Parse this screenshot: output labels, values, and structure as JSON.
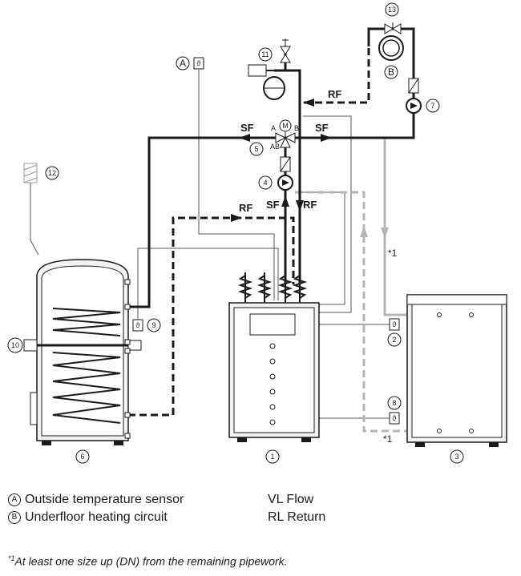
{
  "labels": {
    "sf": "SF",
    "rf": "RF",
    "port_a": "A",
    "port_b": "B",
    "port_ab": "AB",
    "motor": "M",
    "sensor_symbol": "ϑ",
    "note_mark": "*1",
    "circle_A": "A",
    "circle_B": "B",
    "n1": "1",
    "n2": "2",
    "n3": "3",
    "n4": "4",
    "n5": "5",
    "n6": "6",
    "n7": "7",
    "n8": "8",
    "n9": "9",
    "n10": "10",
    "n11": "11",
    "n12": "12",
    "n13": "13"
  },
  "legend": {
    "a_letter": "A",
    "a_text": "Outside temperature sensor",
    "b_letter": "B",
    "b_text": "Underfloor heating circuit",
    "vl": "VL Flow",
    "rl": "RL Return"
  },
  "footnote": {
    "mark": "*1",
    "text": "At least one size up (DN) from the remaining pipework."
  }
}
